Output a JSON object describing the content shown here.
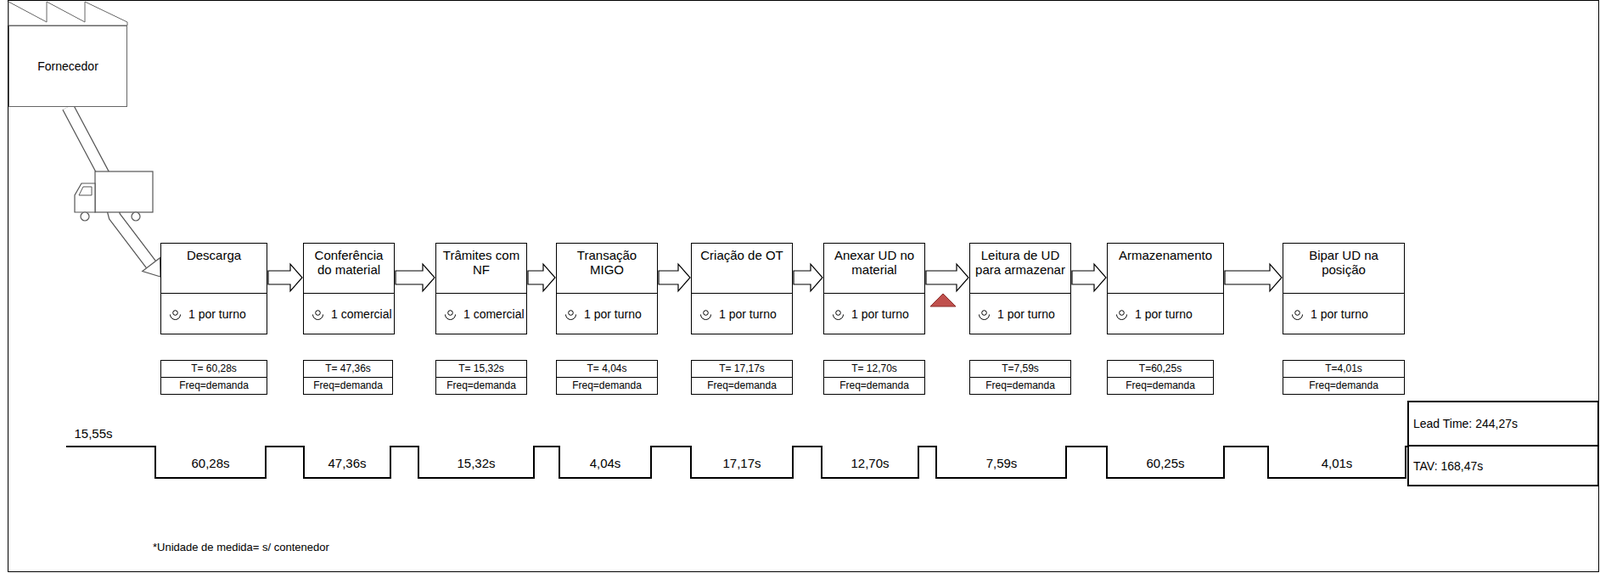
{
  "diagram": {
    "nodes": [
      {
        "text": [
          "Fornecedor"
        ]
      },
      {
        "text": [
          "Descarga",
          "1 por turno"
        ]
      },
      {
        "text": [
          "Conferência do material",
          "1 comercial"
        ]
      },
      {
        "text": [
          "Trâmites com NF",
          "1 comercial"
        ]
      },
      {
        "text": [
          "Transação MIGO",
          "1 por turno"
        ]
      },
      {
        "text": [
          "Criação de OT",
          "1 por turno"
        ]
      },
      {
        "text": [
          "Anexar UD no material",
          "1 por turno"
        ]
      },
      {
        "text": [
          "Leitura de UD para armazenar",
          "1 por turno"
        ]
      },
      {
        "text": [
          "Armazenamento",
          "1 por turno"
        ]
      },
      {
        "text": [
          "Bipar UD na posição",
          "1 por turno"
        ]
      },
      {
        "text": [
          "T= 60,28s",
          "Freq=demanda"
        ]
      },
      {
        "text": [
          "T= 47,36s",
          "Freq=demanda"
        ]
      },
      {
        "text": [
          "T= 15,32s",
          "Freq=demanda"
        ]
      },
      {
        "text": [
          "T= 4,04s",
          "Freq=demanda"
        ]
      },
      {
        "text": [
          "T= 17,17s",
          "Freq=demanda"
        ]
      },
      {
        "text": [
          "T= 12,70s",
          "Freq=demanda"
        ]
      },
      {
        "text": [
          "T=7,59s",
          "Freq=demanda"
        ]
      },
      {
        "text": [
          "T=60,25s",
          "Freq=demanda"
        ]
      },
      {
        "text": [
          "T=4,01s",
          "Freq=demanda"
        ]
      },
      {
        "text": [
          "Lead Time: 244,27s",
          "TAV: 168,47s"
        ]
      }
    ],
    "edges": [
      {
        "from": 0,
        "to": 1,
        "arrow": "to"
      },
      {
        "from": 1,
        "to": 2,
        "arrow": "to"
      },
      {
        "from": 2,
        "to": 3,
        "arrow": "to"
      },
      {
        "from": 3,
        "to": 4,
        "arrow": "to"
      },
      {
        "from": 4,
        "to": 5,
        "arrow": "to"
      },
      {
        "from": 5,
        "to": 6,
        "arrow": "to"
      },
      {
        "from": 6,
        "to": 7,
        "arrow": "to"
      },
      {
        "from": 7,
        "to": 8,
        "arrow": "to"
      },
      {
        "from": 8,
        "to": 9,
        "arrow": "to"
      }
    ],
    "labels": [
      "15,55s",
      "60,28s",
      "47,36s",
      "15,32s",
      "4,04s",
      "17,17s",
      "12,70s",
      "7,59s",
      "60,25s",
      "4,01s",
      "*Unidade de medida= s/ contenedor"
    ]
  }
}
